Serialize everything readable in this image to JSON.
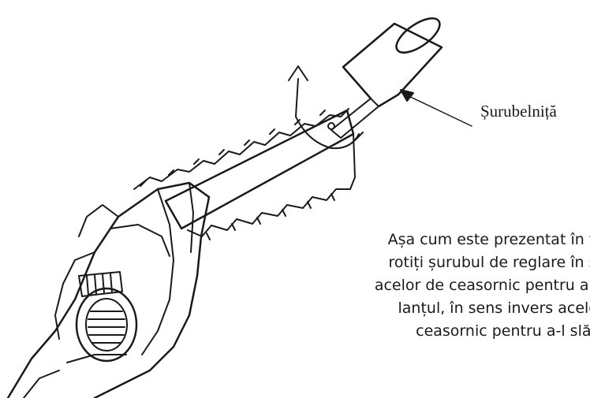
{
  "callout": {
    "label": "Șurubelniță"
  },
  "instruction": {
    "lines": [
      "Așa cum este prezentat în figură,",
      "rotiți șurubul de reglare în sensul",
      "acelor de ceasornic pentru a strânge",
      "lanțul, în sens invers acelor de",
      "ceasornic pentru a-l slăbi."
    ]
  },
  "colors": {
    "line": "#1a1a1a",
    "background": "#ffffff"
  },
  "icons": [
    "chainsaw-illustration",
    "screwdriver-icon",
    "rotation-arrow-icon",
    "pointer-arrow-icon"
  ]
}
